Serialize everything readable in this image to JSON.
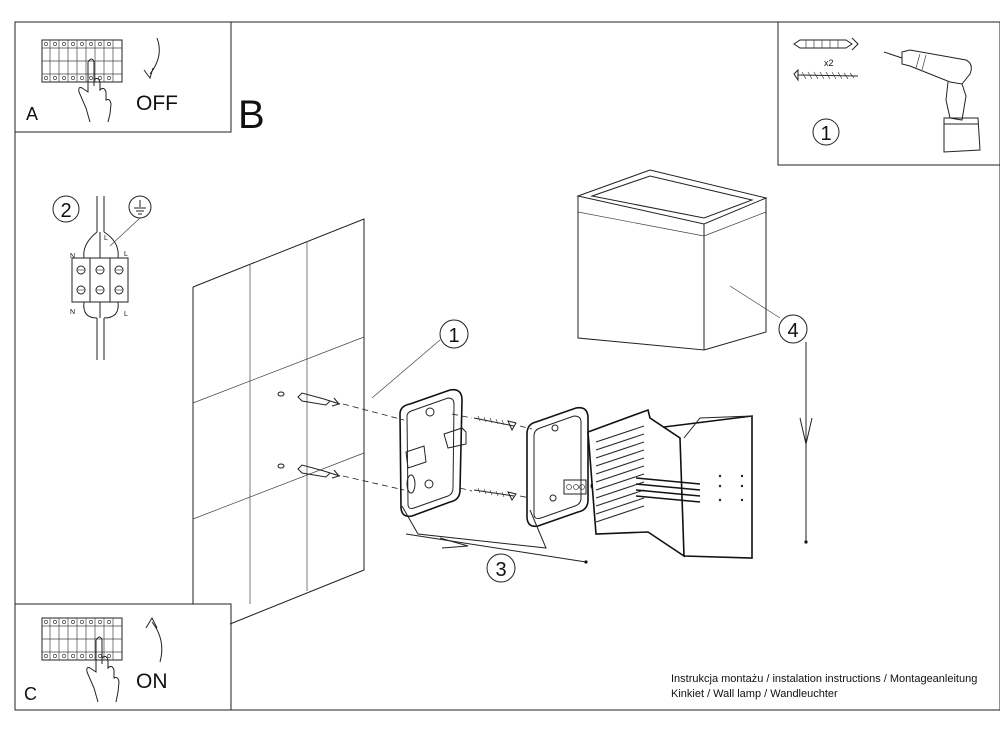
{
  "panels": {
    "off": {
      "letter": "A",
      "label": "OFF"
    },
    "on": {
      "letter": "C",
      "label": "ON"
    },
    "main": {
      "letter": "B"
    }
  },
  "tools": {
    "count": "x2",
    "step": "1"
  },
  "wiring": {
    "step": "2",
    "labels": {
      "n_top": "N",
      "l_mid": "L",
      "l_top": "L",
      "n_bottom": "N",
      "l_bottom": "L"
    }
  },
  "steps": {
    "bracket": "1",
    "mount": "3",
    "shade": "4"
  },
  "footer": {
    "line1": "Instrukcja montażu / instalation instructions / Montageanleitung",
    "line2": "Kinkiet / Wall lamp / Wandleuchter"
  }
}
